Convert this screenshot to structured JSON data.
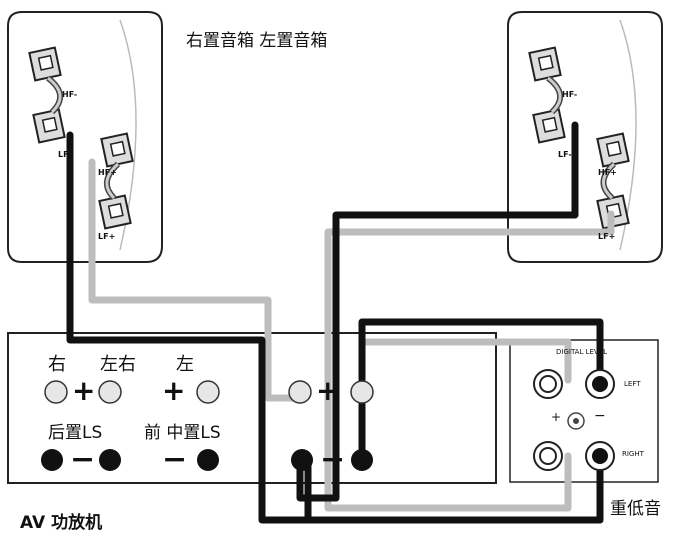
{
  "labels": {
    "speaker_title": "右置音箱 左置音箱",
    "amp_name": "AV 功放机",
    "subwoofer_name": "重低音",
    "right_ch": "右",
    "left_right_ch": "左右",
    "left_ch": "左",
    "rear_ls": "后置LS",
    "front_center_ls": "前 中置LS",
    "sub_level": "DIGITAL LEVEL",
    "sub_left": "LEFT",
    "sub_right": "RIGHT",
    "plus": "+",
    "minus": "−"
  },
  "speaker_terminals": [
    "HF-",
    "LF-",
    "HF+",
    "LF+"
  ],
  "colors": {
    "black_wire": "#111111",
    "gray_wire": "#bdbdbd",
    "outline": "#333333",
    "terminal_fill": "#e6e6e6"
  }
}
